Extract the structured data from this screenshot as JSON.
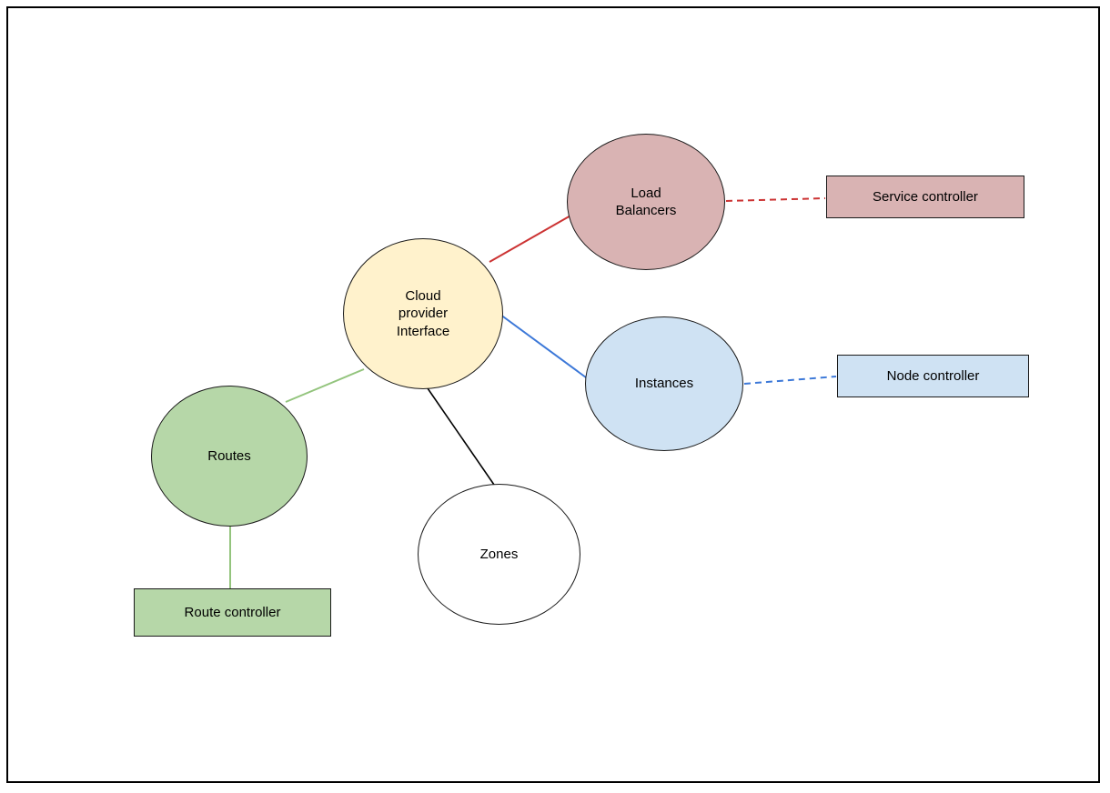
{
  "diagram": {
    "nodes": {
      "cloud_provider_interface": {
        "label": "Cloud provider Interface",
        "fill": "#fff2cc"
      },
      "load_balancers": {
        "label": "Load Balancers",
        "fill": "#d9b3b3"
      },
      "instances": {
        "label": "Instances",
        "fill": "#cfe2f3"
      },
      "routes": {
        "label": "Routes",
        "fill": "#b6d7a8"
      },
      "zones": {
        "label": "Zones",
        "fill": "#ffffff"
      }
    },
    "controllers": {
      "service_controller": {
        "label": "Service controller",
        "fill": "#d9b3b3"
      },
      "node_controller": {
        "label": "Node controller",
        "fill": "#cfe2f3"
      },
      "route_controller": {
        "label": "Route controller",
        "fill": "#b6d7a8"
      }
    },
    "edges": {
      "cloud_to_load_balancers": {
        "color": "#cc3333",
        "style": "solid"
      },
      "cloud_to_instances": {
        "color": "#3c78d8",
        "style": "solid"
      },
      "cloud_to_routes": {
        "color": "#93c47d",
        "style": "solid"
      },
      "cloud_to_zones": {
        "color": "#000000",
        "style": "solid"
      },
      "load_balancers_to_service_controller": {
        "color": "#cc3333",
        "style": "dashed"
      },
      "instances_to_node_controller": {
        "color": "#3c78d8",
        "style": "dashed"
      },
      "routes_to_route_controller": {
        "color": "#93c47d",
        "style": "solid"
      }
    }
  }
}
